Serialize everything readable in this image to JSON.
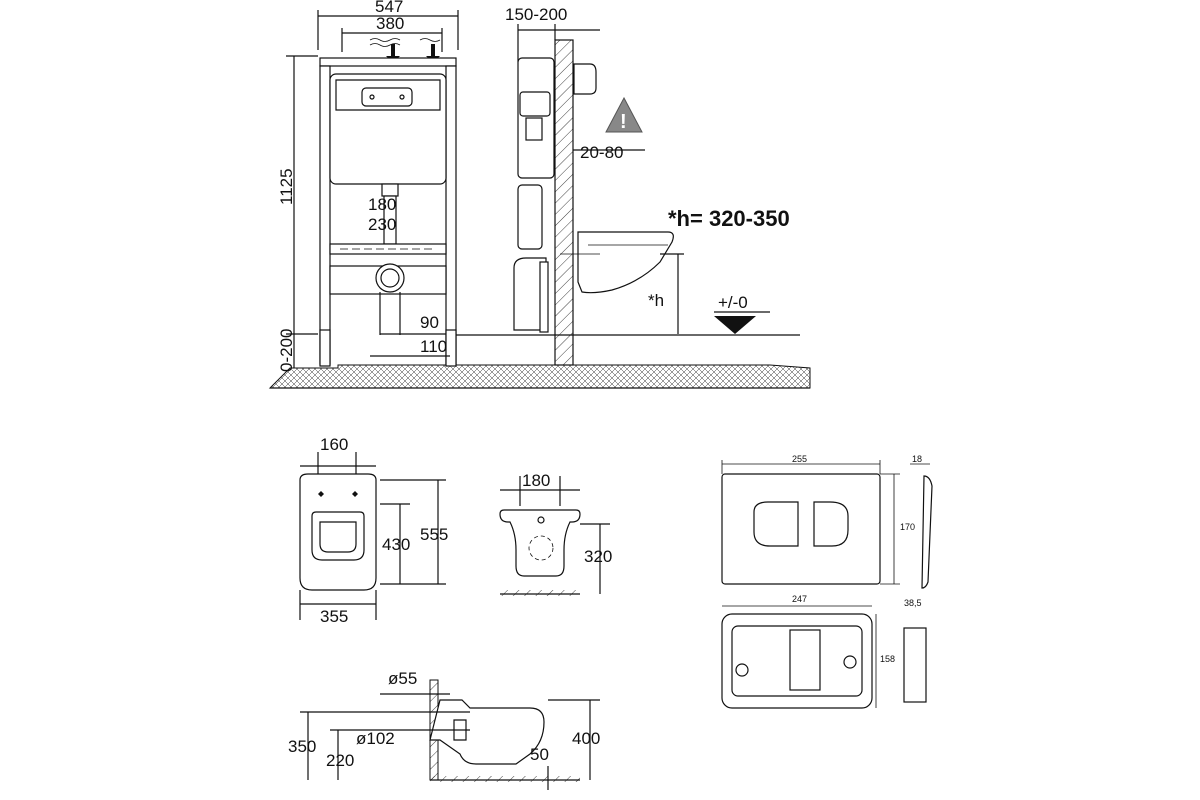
{
  "installation_view": {
    "frame_width": "547",
    "cistern_width": "380",
    "frame_height": "1125",
    "leg_adjust": "0-200",
    "pipe_dim_1": "180",
    "pipe_dim_2": "230",
    "outlet_offset_1": "90",
    "outlet_offset_2": "110"
  },
  "side_view": {
    "wall_distance": "150-200",
    "wall_thickness": "20-80",
    "height_formula": "*h= 320-350",
    "height_label": "*h",
    "floor_level": "+/-0"
  },
  "bowl_top_view": {
    "top_width": "160",
    "total_length": "555",
    "inner_length": "430",
    "width": "355"
  },
  "bowl_rear_view": {
    "mount_spacing": "180",
    "mount_height": "320"
  },
  "flush_plate": {
    "width": "255",
    "depth": "18",
    "height": "170",
    "frame_width": "247",
    "frame_depth": "38,5",
    "frame_height": "158"
  },
  "bowl_side_view": {
    "inlet_diameter": "ø55",
    "outlet_diameter": "ø102",
    "height_total": "350",
    "outlet_height": "220",
    "bowl_height": "400",
    "overhang": "50"
  }
}
